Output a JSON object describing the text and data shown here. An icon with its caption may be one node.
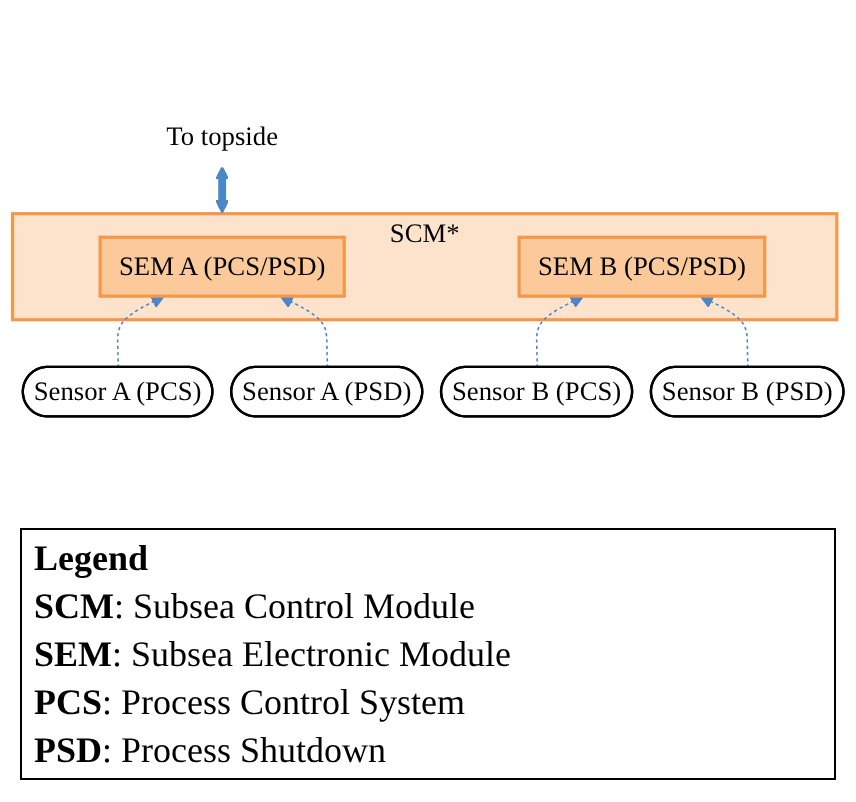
{
  "diagram": {
    "nodes": [
      {
        "text": [
          "To topside"
        ]
      },
      {
        "text": [
          "SCM*"
        ]
      },
      {
        "text": [
          "SEM A (PCS/PSD)"
        ],
        "in": 1
      },
      {
        "text": [
          "SEM B (PCS/PSD)"
        ],
        "in": 1
      },
      {
        "text": [
          "Sensor A (PCS)"
        ]
      },
      {
        "text": [
          "Sensor B (PCS)"
        ]
      },
      {
        "text": [
          "Sensor A (PSD)"
        ]
      },
      {
        "text": [
          "Sensor B (PSD)"
        ]
      }
    ],
    "edges": [
      {
        "from": 1,
        "to": 0,
        "arrow": "both",
        "style": "thick"
      },
      {
        "from": 4,
        "to": 2,
        "arrow": "to",
        "style": "dashed"
      },
      {
        "from": 6,
        "to": 2,
        "arrow": "to",
        "style": "dashed"
      },
      {
        "from": 5,
        "to": 3,
        "arrow": "to",
        "style": "dashed"
      },
      {
        "from": 7,
        "to": 3,
        "arrow": "to",
        "style": "dashed"
      }
    ],
    "labels": [
      "Legend",
      "**SCM**: Subsea Control Module",
      "**SEM**: Subsea Electronic Module",
      "**PCS**: Process Control System",
      "**PSD**: Process Shutdown"
    ]
  }
}
